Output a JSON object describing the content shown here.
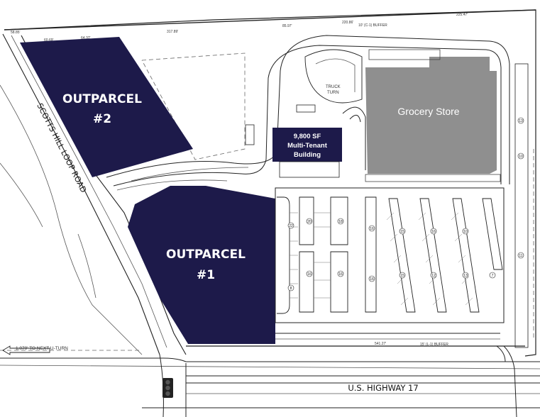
{
  "outparcel_2": {
    "line1": "OUTPARCEL",
    "line2": "#2"
  },
  "outparcel_1": {
    "line1": "OUTPARCEL",
    "line2": "#1"
  },
  "grocery": {
    "label": "Grocery Store"
  },
  "multi_tenant": {
    "line1": "9,800 SF",
    "line2": "Multi-Tenant",
    "line3": "Building"
  },
  "roads": {
    "scotts_hill": "SCOTTS HILL LOOP ROAD",
    "highway": "U.S. HIGHWAY 17",
    "next_u_turn": "1,070' TO NEXT U-TURN",
    "truck_turn_1": "TRUCK",
    "truck_turn_2": "TURN"
  },
  "buffers": {
    "top": "10' (C-1) BUFFER",
    "bottom": "15' (L-1) BUFFER"
  },
  "dimensions": {
    "d1": "60.69'",
    "d2": "64.37'",
    "d3": "317.89'",
    "d4": "85.97'",
    "d5": "220.86'",
    "d6": "225.47'",
    "d7": "541.27'",
    "d8": "58.85'"
  },
  "stall_counts": [
    "22",
    "20",
    "18",
    "16",
    "15",
    "16",
    "10",
    "8",
    "7",
    "16",
    "16",
    "16",
    "15",
    "12",
    "13",
    "13",
    "10",
    "11"
  ],
  "colors": {
    "parcel": "#1d1a4a",
    "grocery": "#8f8f8f",
    "lines": "#222222"
  }
}
